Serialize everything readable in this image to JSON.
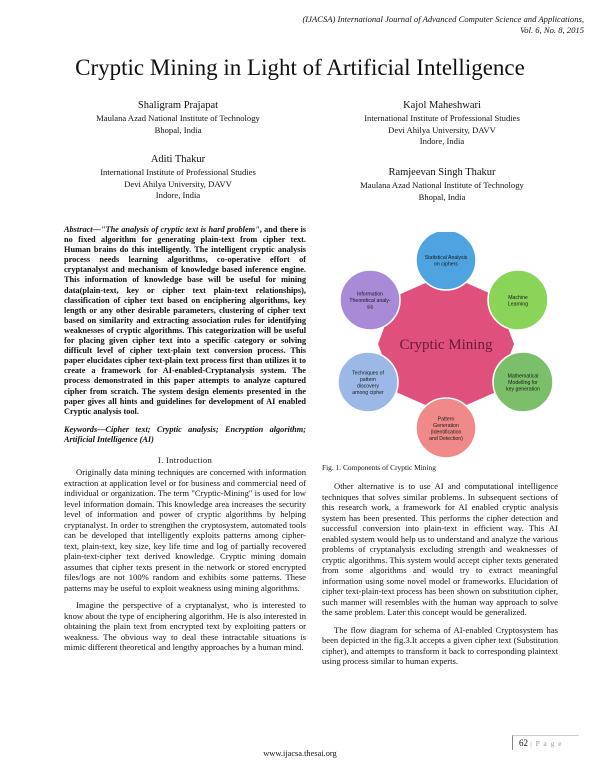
{
  "header": {
    "journal_line1": "(IJACSA) International Journal of Advanced Computer Science and Applications,",
    "journal_line2": "Vol. 6, No. 8, 2015"
  },
  "title": "Cryptic Mining in Light of Artificial Intelligence",
  "authors": [
    {
      "name": "Shaligram Prajapat",
      "affil1": "Maulana Azad National Institute of Technology",
      "affil2": "Bhopal, India"
    },
    {
      "name": "Kajol Maheshwari",
      "affil1": "International Institute of Professional Studies",
      "affil2": "Devi Ahilya University, DAVV",
      "affil3": "Indore, India"
    },
    {
      "name": "Aditi Thakur",
      "affil1": "International Institute of Professional Studies",
      "affil2": "Devi Ahilya University, DAVV",
      "affil3": "Indore, India"
    },
    {
      "name": "Ramjeevan Singh Thakur",
      "affil1": "Maulana Azad National Institute of Technology",
      "affil2": "Bhopal, India"
    }
  ],
  "abstract": {
    "label": "Abstract—",
    "quote": "\"The analysis of cryptic text is hard problem\"",
    "text": ", and there is no fixed algorithm for generating plain-text from cipher text. Human brains do this intelligently. The intelligent cryptic analysis process needs learning algorithms, co-operative effort of cryptanalyst and mechanism of knowledge based inference engine. This information of knowledge base will be useful for mining data(plain-text, key or cipher text plain-text relationships), classification of cipher text based on enciphering algorithms, key length or any other desirable parameters, clustering of cipher text based on similarity and extracting association rules for identifying weaknesses of cryptic algorithms. This categorization will be useful for placing given cipher text into a specific category or solving difficult level of cipher text-plain text conversion process. This paper elucidates cipher text-plain text process first than utilizes it to create a framework for AI-enabled-Cryptanalysis system. The process demonstrated in this paper attempts to analyze captured cipher from scratch. The system design elements presented in the paper gives all hints and guidelines for development of AI enabled Cryptic analysis tool."
  },
  "keywords": "Keywords—Cipher text; Cryptic analysis; Encryption algorithm; Artificial Intelligence (AI)",
  "section1_heading": "I.    Introduction",
  "col1_paragraphs": [
    "Originally data mining techniques are concerned with information extraction at application level or for business and commercial need of individual or organization. The term \"Cryptic-Mining\" is used for low level information domain. This knowledge area increases the security level of information and power of cryptic algorithms by helping cryptanalyst. In order to strengthen the cryptosystem, automated tools can be developed that intelligently exploits patterns among cipher-text, plain-text, key size, key life time and log of partially recovered plain-text-cipher text derived knowledge. Cryptic mining domain assumes that cipher texts present in the network or stored encrypted files/logs are not 100% random and exhibits some patterns. These patterns may be useful to exploit weakness using mining algorithms.",
    "Imagine the perspective of a cryptanalyst, who is interested to know about the type of enciphering algorithm. He is also interested in obtaining the plain text from encrypted text by exploiting patters or weakness. The obvious way to deal these intractable situations is mimic different theoretical and lengthy approaches by a human mind."
  ],
  "figure": {
    "caption": "Fig. 1.    Components of Cryptic Mining",
    "center_label": "Cryptic Mining",
    "nodes": [
      {
        "lines": [
          "Statistical Analysis",
          "on ciphers"
        ],
        "color": "#4ea3e0"
      },
      {
        "lines": [
          "Machine",
          "Learning"
        ],
        "color": "#8bd45a"
      },
      {
        "lines": [
          "Mathematical",
          "Modelling for",
          "key generation"
        ],
        "color": "#7bbf6a"
      },
      {
        "lines": [
          "Pattern",
          "Generation",
          "(Identification",
          "and Detection)"
        ],
        "color": "#f08a8a"
      },
      {
        "lines": [
          "Techniques of",
          "pattern",
          "discovery",
          "among cipher"
        ],
        "color": "#9bb8e6"
      },
      {
        "lines": [
          "Information",
          "Theoretical analy-",
          "sis"
        ],
        "color": "#a98ad6"
      }
    ]
  },
  "col2_paragraphs": [
    "Other alternative is to use AI and computational intelligence techniques that solves similar problems. In subsequent sections of this research work, a framework for AI enabled cryptic analysis system has been presented. This performs the cipher detection and successful conversion into plain-text in efficient way. This AI enabled system would help us to understand and analyze the various problems of cryptanalysis excluding strength and weaknesses of cryptic algorithms. This system would accept cipher texts generated from some algorithms and would try to extract meaningful information using some novel model or frameworks. Elucidation of cipher text-plain-text process has been shown on substitution cipher, such manner will resembles with the human way approach to solve the same problem. Later this concept would be generalized.",
    "The flow diagram for schema of AI-enabled Cryptosystem has been depicted in the fig.3.It accepts a given cipher text (Substitution cipher), and attempts to transform it back to corresponding plaintext using process similar to human experts."
  ],
  "footer": {
    "url": "www.ijacsa.thesai.org",
    "page_number": "62",
    "page_label": "| P a g e"
  }
}
